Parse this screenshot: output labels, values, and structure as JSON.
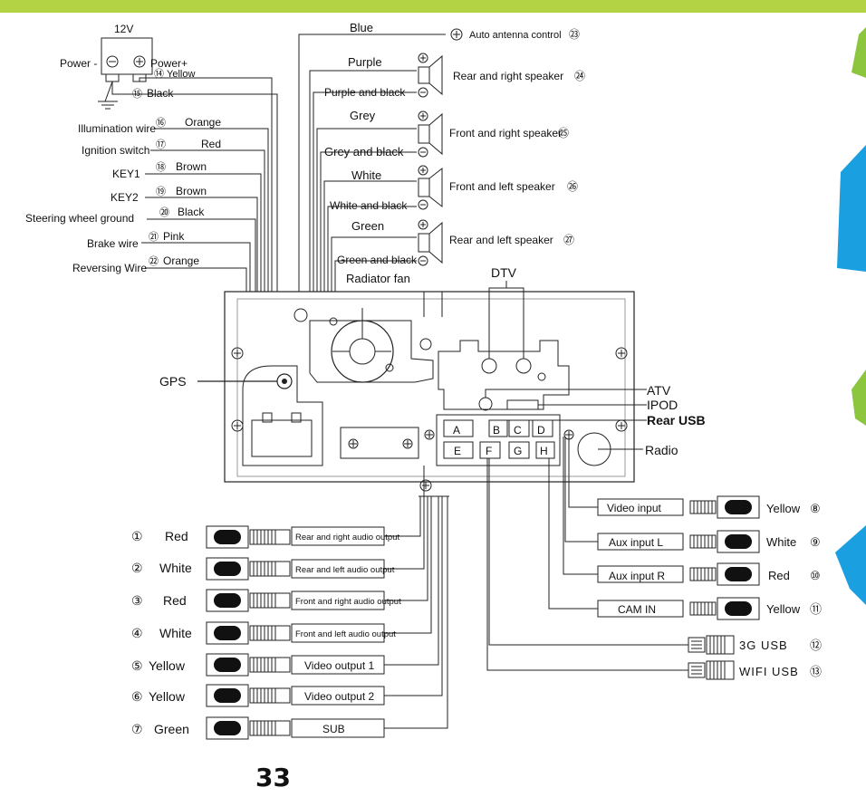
{
  "power": {
    "header": "12V",
    "minus": "Power -",
    "plus": "Power+"
  },
  "top_wires": [
    {
      "num": "⑭",
      "color": "Yellow"
    },
    {
      "num": "⑮",
      "color": "Black"
    }
  ],
  "left_wires": [
    {
      "num": "⑯",
      "label": "Illumination wire",
      "color": "Orange"
    },
    {
      "num": "⑰",
      "label": "Ignition switch",
      "color": "Red"
    },
    {
      "num": "⑱",
      "label": "KEY1",
      "color": "Brown"
    },
    {
      "num": "⑲",
      "label": "KEY2",
      "color": "Brown"
    },
    {
      "num": "⑳",
      "label": "Steering wheel ground",
      "color": "Black"
    },
    {
      "num": "㉑",
      "label": "Brake wire",
      "color": "Pink"
    },
    {
      "num": "㉒",
      "label": "Reversing Wire",
      "color": "Orange"
    }
  ],
  "antenna": {
    "color": "Blue",
    "label": "Auto antenna control",
    "num": "㉓"
  },
  "speakers": [
    {
      "pos": "Purple",
      "neg": "Purple and black",
      "label": "Rear and right speaker",
      "num": "㉔"
    },
    {
      "pos": "Grey",
      "neg": "Grey and black",
      "label": "Front and right speaker",
      "num": "㉕"
    },
    {
      "pos": "White",
      "neg": "White and black",
      "label": "Front and left speaker",
      "num": "㉖"
    },
    {
      "pos": "Green",
      "neg": "Green and black",
      "label": "Rear and left speaker",
      "num": "㉗"
    }
  ],
  "unit": {
    "radiator_fan": "Radiator fan",
    "dtv": "DTV",
    "gps": "GPS",
    "atv": "ATV",
    "ipod": "IPOD",
    "rear_usb": "Rear USB",
    "radio": "Radio",
    "ports_top": [
      "A",
      "B",
      "C",
      "D"
    ],
    "ports_bottom": [
      "E",
      "F",
      "G",
      "H"
    ]
  },
  "left_outputs": [
    {
      "num": "①",
      "color": "Red",
      "label": "Rear and right audio output"
    },
    {
      "num": "②",
      "color": "White",
      "label": "Rear and left audio output"
    },
    {
      "num": "③",
      "color": "Red",
      "label": "Front and right audio output"
    },
    {
      "num": "④",
      "color": "White",
      "label": "Front and left audio output"
    },
    {
      "num": "⑤",
      "color": "Yellow",
      "label": "Video output 1"
    },
    {
      "num": "⑥",
      "color": "Yellow",
      "label": "Video output 2"
    },
    {
      "num": "⑦",
      "color": "Green",
      "label": "SUB"
    }
  ],
  "right_inputs": [
    {
      "label": "Video input",
      "color": "Yellow",
      "num": "⑧"
    },
    {
      "label": "Aux input L",
      "color": "White",
      "num": "⑨"
    },
    {
      "label": "Aux input R",
      "color": "Red",
      "num": "⑩"
    },
    {
      "label": "CAM IN",
      "color": "Yellow",
      "num": "⑪"
    }
  ],
  "usb": [
    {
      "label": "3G USB",
      "num": "⑫"
    },
    {
      "label": "WIFI USB",
      "num": "⑬"
    }
  ],
  "page_number": "33",
  "colors": {
    "top_bar": "#b4d344",
    "side_green": "#8cc63f",
    "side_blue": "#1aa0e0"
  }
}
